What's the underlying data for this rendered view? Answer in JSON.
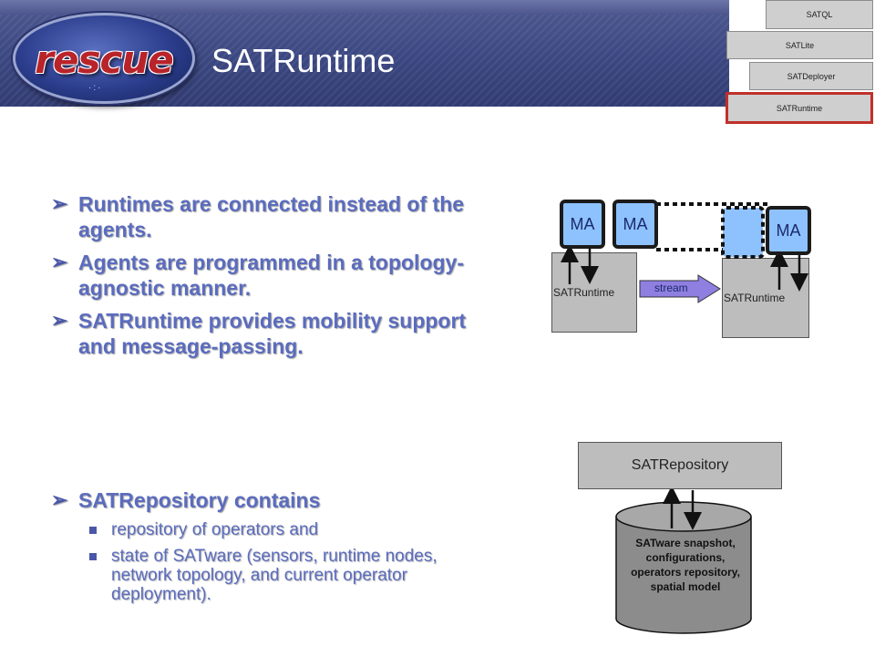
{
  "header": {
    "logo_text": "rescue",
    "title": "SATRuntime"
  },
  "stack_nav": {
    "items": [
      {
        "label": "SATQL"
      },
      {
        "label": "SATLite"
      },
      {
        "label": "SATDeployer"
      },
      {
        "label": "SATRuntime",
        "active": true
      }
    ]
  },
  "bullets_top": [
    "Runtimes are connected instead of the agents.",
    "Agents are programmed in a topology-agnostic manner.",
    "SATRuntime provides mobility support and message-passing."
  ],
  "bullets_bottom": {
    "main": "SATRepository contains",
    "subs": [
      "repository of operators and",
      "state of SATware (sensors, runtime nodes, network topology, and current operator deployment)."
    ]
  },
  "diagram": {
    "runtime_left": "SATRuntime",
    "runtime_right": "SATRuntime",
    "ma_1": "MA",
    "ma_2": "MA",
    "ma_3": "MA",
    "stream_label": "stream",
    "repository_label": "SATRepository",
    "database_text": "SATware snapshot, configurations, operators repository, spatial model"
  },
  "colors": {
    "banner": "#3b4781",
    "bullet_text": "#5b6cbe",
    "agent_fill": "#8ec2ff",
    "active_tab_border": "#c0302a"
  }
}
